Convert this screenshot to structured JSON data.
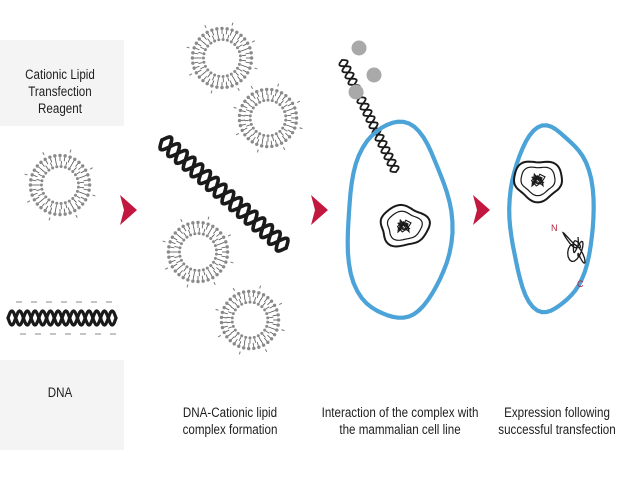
{
  "diagram": {
    "stage_1": {
      "title_line_1": "Cationic Lipid",
      "title_line_2": "Transfection Reagent",
      "caption": "DNA"
    },
    "stage_2": {
      "caption_line_1": "DNA-Cationic lipid",
      "caption_line_2": "complex formation"
    },
    "stage_3": {
      "caption_line_1": "Interaction of the complex with",
      "caption_line_2": "the mammalian cell line"
    },
    "stage_4": {
      "caption_line_1": "Expression following",
      "caption_line_2": "successful transfection",
      "terminus_n": "N",
      "terminus_c": "C"
    }
  },
  "colors": {
    "arrow": "#c2183f",
    "membrane": "#4ba3d8",
    "ink": "#1a1a1a",
    "lipid_head": "#8a8a8a",
    "particle": "#a9a9a9",
    "terminus": "#b0243c"
  },
  "icons": {
    "lipid": "liposome-icon",
    "dna": "dna-helix-icon",
    "cell": "cell-icon",
    "nucleus": "nucleus-icon",
    "protein": "protein-icon",
    "arrow": "process-arrow-icon"
  }
}
